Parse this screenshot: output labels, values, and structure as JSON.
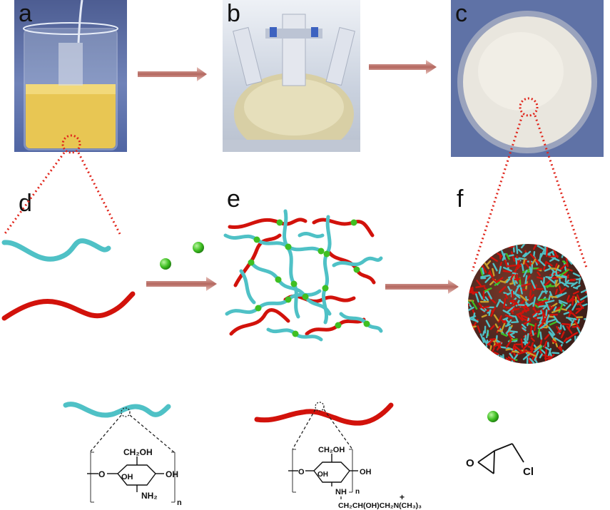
{
  "panels": {
    "a": "a",
    "b": "b",
    "c": "c",
    "d": "d",
    "e": "e",
    "f": "f"
  },
  "chitosan_structure": {
    "ch2oh": "CH₂OH",
    "oh_ring": "OH",
    "oh_right": "OH",
    "o_left": "O",
    "nh2": "NH₂",
    "n": "n"
  },
  "quaternized_structure": {
    "ch2oh": "CH₂OH",
    "oh_ring": "OH",
    "oh_right": "OH",
    "o_left": "O",
    "nh": "NH",
    "n": "n",
    "side_chain": "CH₂CH(OH)CH₂N(CH₃)₃",
    "plus": "+"
  },
  "epichlorohydrin": {
    "o": "O",
    "cl": "Cl"
  },
  "colors": {
    "chitosan": "#4fc1c6",
    "quaternized": "#d2120b",
    "crosslinker": "#3fbf22",
    "arrow": "#c4827a",
    "dotted_zoom": "#e0251b",
    "photo_bg": "#5a6c9e"
  }
}
